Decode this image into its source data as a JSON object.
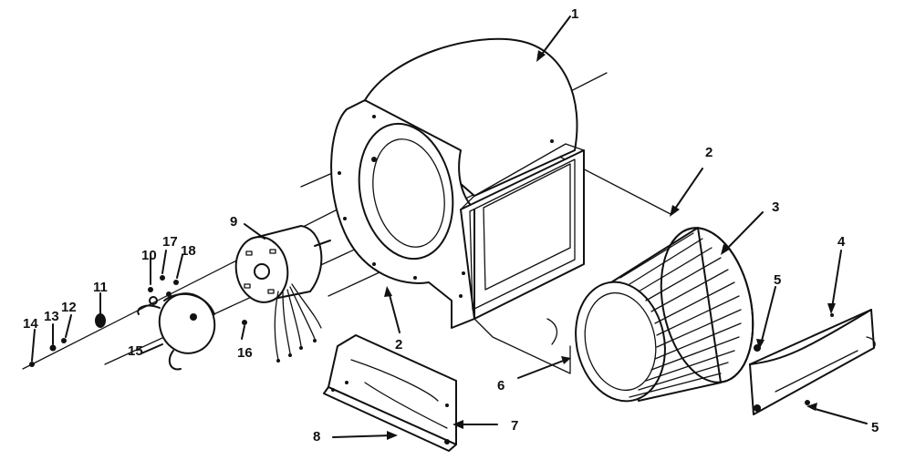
{
  "diagram": {
    "callouts": [
      {
        "id": "c1",
        "text": "1"
      },
      {
        "id": "c2a",
        "text": "2"
      },
      {
        "id": "c2b",
        "text": "2"
      },
      {
        "id": "c3",
        "text": "3"
      },
      {
        "id": "c4",
        "text": "4"
      },
      {
        "id": "c5a",
        "text": "5"
      },
      {
        "id": "c5b",
        "text": "5"
      },
      {
        "id": "c6",
        "text": "6"
      },
      {
        "id": "c7",
        "text": "7"
      },
      {
        "id": "c8",
        "text": "8"
      },
      {
        "id": "c9",
        "text": "9"
      },
      {
        "id": "c10",
        "text": "10"
      },
      {
        "id": "c11",
        "text": "11"
      },
      {
        "id": "c12",
        "text": "12"
      },
      {
        "id": "c13",
        "text": "13"
      },
      {
        "id": "c14",
        "text": "14"
      },
      {
        "id": "c15",
        "text": "15"
      },
      {
        "id": "c16",
        "text": "16"
      },
      {
        "id": "c17",
        "text": "17"
      },
      {
        "id": "c18",
        "text": "18"
      }
    ]
  }
}
